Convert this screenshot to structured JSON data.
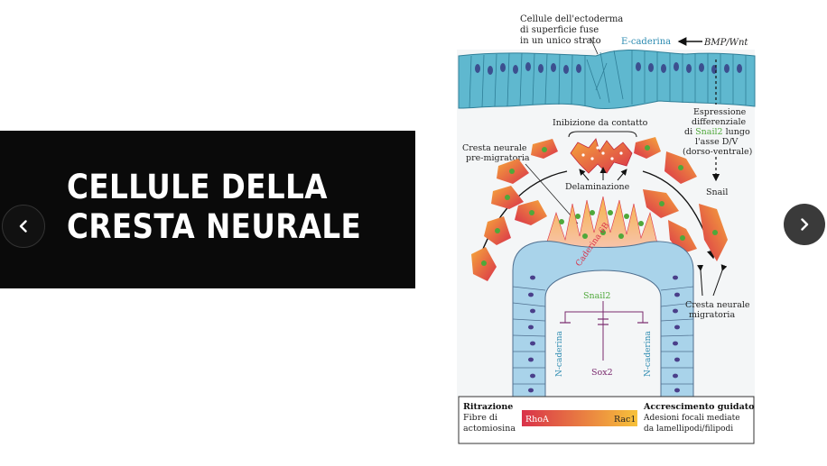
{
  "slide": {
    "title_line1": "CELLULE DELLA",
    "title_line2": "CRESTA NEURALE"
  },
  "nav": {
    "prev_icon": "chevron-left-icon",
    "next_icon": "chevron-right-icon"
  },
  "colors": {
    "title_bg": "#0a0a0a",
    "ectoderm": "#5fb8cf",
    "neural_tube": "#a9d3ea",
    "crest_red": "#d9324a",
    "crest_orange": "#f39a2b",
    "snail_green": "#4fa83a",
    "sox_purple": "#7a2a6e",
    "cadherin_blue": "#2b8ab0"
  },
  "figure": {
    "fused_cells": [
      "Cellule dell'ectoderma",
      "di superficie fuse",
      "in un unico strato"
    ],
    "e_cadherin": "E-caderina",
    "bmp_wnt": "BMP/Wnt",
    "diff_expr": [
      "Espressione",
      "differenziale"
    ],
    "diff_di": "di",
    "diff_snail2": "Snail2",
    "diff_lungo": "lungo",
    "diff_asse": "l'asse D/V",
    "diff_dorso": "(dorso-ventrale)",
    "contact_inhibition": "Inibizione da contatto",
    "premigratory": [
      "Cresta neurale",
      "pre-migratoria"
    ],
    "delamination": "Delaminazione",
    "snail": "Snail",
    "cadherin6b": "Caderina 6B",
    "snail2": "Snail2",
    "migratory": [
      "Cresta neurale",
      "migratoria"
    ],
    "n_cadherin": "N-caderina",
    "sox2": "Sox2",
    "retraction": "Ritrazione",
    "actomyosin": [
      "Fibre di",
      "actomiosina"
    ],
    "rhoa": "RhoA",
    "rac1": "Rac1",
    "guided_growth": "Accrescimento guidato",
    "adhesions": [
      "Adesioni focali mediate",
      "da lamellipodi/filipodi"
    ]
  }
}
